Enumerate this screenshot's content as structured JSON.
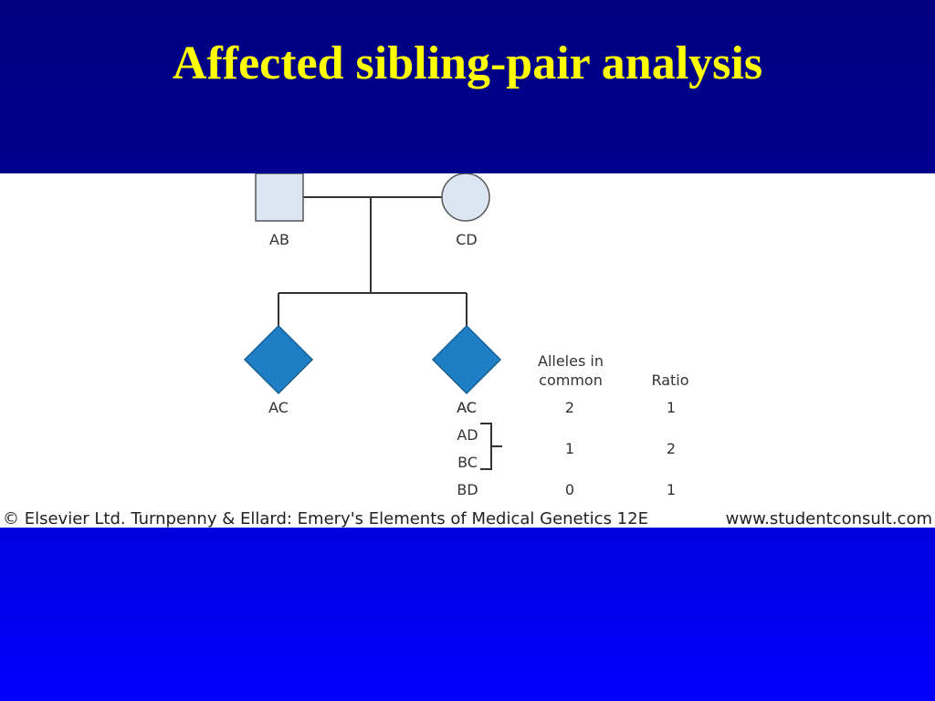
{
  "slide": {
    "title": "Affected sibling-pair analysis"
  },
  "pedigree": {
    "colors": {
      "unaffected_fill": "#dce6f2",
      "affected_fill": "#1e7fc4",
      "line": "#333333"
    },
    "father_genotype": "AB",
    "mother_genotype": "CD",
    "sibling1_genotype": "AC",
    "sibling2_genotype": "AC"
  },
  "table": {
    "header_alleles_line1": "Alleles in",
    "header_alleles_line2": "common",
    "header_ratio": "Ratio",
    "rows": [
      {
        "genotype": "AC",
        "alleles": "2",
        "ratio": "1"
      },
      {
        "genotype": "AD",
        "alleles": "",
        "ratio": ""
      },
      {
        "genotype": "BC",
        "alleles": "1",
        "ratio": "2"
      },
      {
        "genotype": "BD",
        "alleles": "0",
        "ratio": "1"
      }
    ]
  },
  "credit": {
    "left": "© Elsevier Ltd. Turnpenny & Ellard: Emery's Elements of Medical Genetics 12E",
    "right": "www.studentconsult.com"
  }
}
